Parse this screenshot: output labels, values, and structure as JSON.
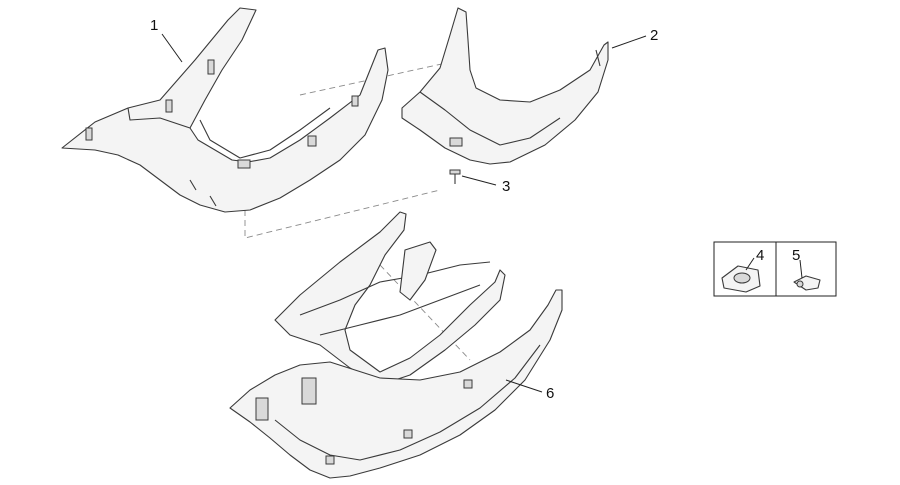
{
  "callouts": [
    "1",
    "2",
    "3",
    "4",
    "5",
    "6"
  ],
  "colors": {
    "line": "#3a3a3a",
    "fill": "#f4f4f4",
    "shade": "#d9d9d9",
    "text": "#111111"
  }
}
